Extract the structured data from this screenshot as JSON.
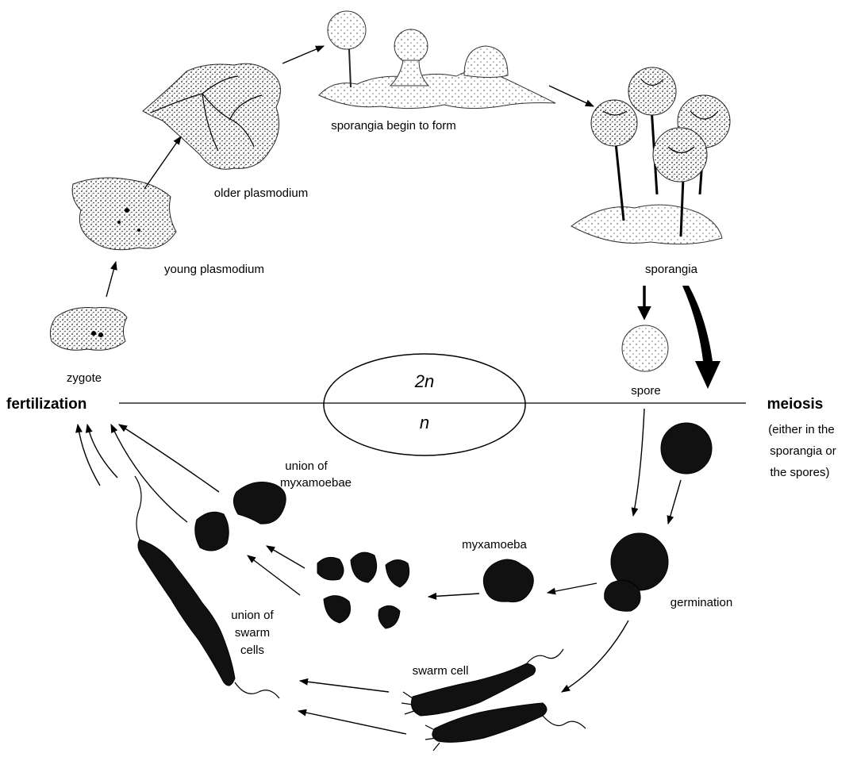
{
  "labels": {
    "sporangia_begin": "sporangia begin to form",
    "older_plasmodium": "older plasmodium",
    "young_plasmodium": "young plasmodium",
    "sporangia": "sporangia",
    "zygote": "zygote",
    "spore": "spore",
    "fertilization": "fertilization",
    "meiosis": "meiosis",
    "meiosis_note_1": "(either in the",
    "meiosis_note_2": "sporangia or",
    "meiosis_note_3": "the spores)",
    "diploid": "2n",
    "haploid": "n",
    "union_myxamoebae_1": "union of",
    "union_myxamoebae_2": "myxamoebae",
    "myxamoeba": "myxamoeba",
    "germination": "germination",
    "union_swarm_1": "union of",
    "union_swarm_2": "swarm",
    "union_swarm_3": "cells",
    "swarm_cell": "swarm cell"
  },
  "colors": {
    "ink": "#000000",
    "background": "#ffffff"
  }
}
